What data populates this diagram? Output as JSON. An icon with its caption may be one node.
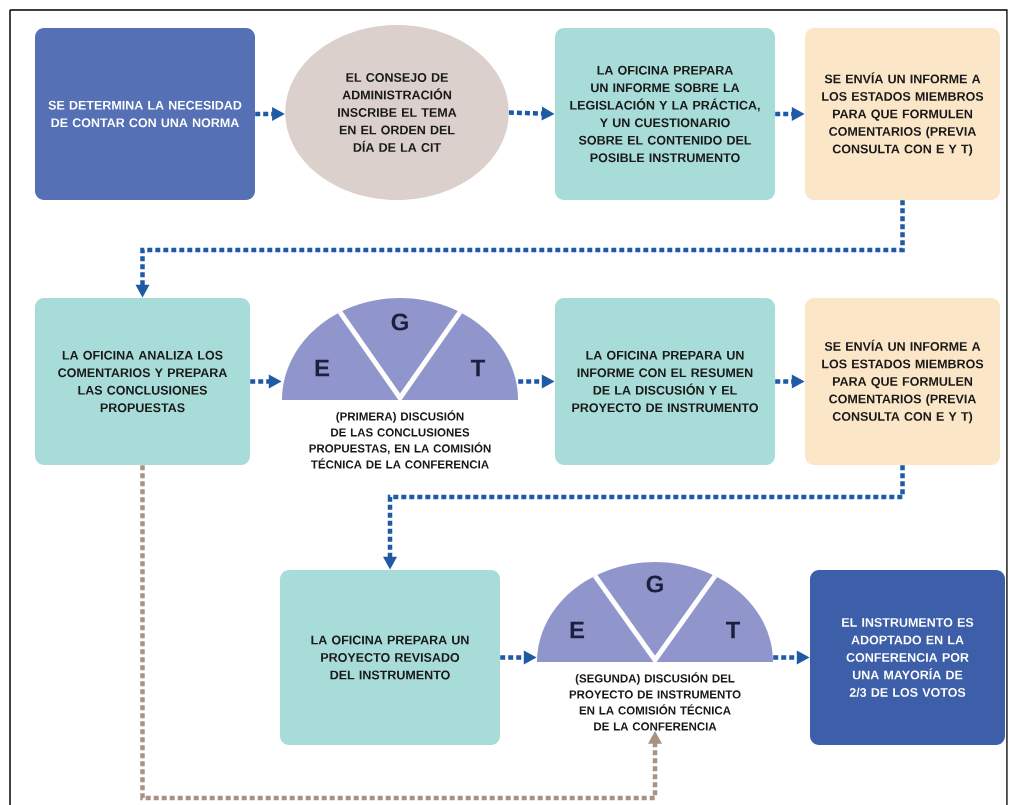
{
  "diagram": {
    "nodes": [
      {
        "text": [
          "SE DETERMINA LA NECESIDAD DE CONTAR CON UNA NORMA"
        ]
      },
      {
        "text": [
          "EL CONSEJO DE ADMINISTRACIÓN INSCRIBE EL TEMA EN EL ORDEN DEL DÍA DE LA CIT"
        ]
      },
      {
        "text": [
          "LA OFICINA PREPARA UN INFORME SOBRE LA LEGISLACIÓN Y LA PRÁCTICA, Y UN CUESTIONARIO SOBRE EL CONTENIDO DEL POSIBLE INSTRUMENTO"
        ]
      },
      {
        "text": [
          "SE ENVÍA UN INFORME A LOS ESTADOS MIEMBROS PARA QUE FORMULEN COMENTARIOS (PREVIA CONSULTA CON E Y T)"
        ]
      },
      {
        "text": [
          "LA OFICINA ANALIZA LOS COMENTARIOS Y PREPARA LAS CONCLUSIONES PROPUESTAS"
        ]
      },
      {
        "text": [
          "E",
          "G",
          "T"
        ],
        "beside": [
          "(PRIMERA) DISCUSIÓN DE LAS CONCLUSIONES PROPUESTAS, EN LA COMISIÓN TÉCNICA DE LA CONFERENCIA"
        ]
      },
      {
        "text": [
          "LA OFICINA PREPARA UN INFORME CON EL RESUMEN DE LA DISCUSIÓN Y EL PROYECTO DE INSTRUMENTO"
        ]
      },
      {
        "text": [
          "SE ENVÍA UN INFORME A LOS ESTADOS MIEMBROS PARA QUE FORMULEN COMENTARIOS (PREVIA CONSULTA CON E Y T)"
        ]
      },
      {
        "text": [
          "LA OFICINA PREPARA UN PROYECTO REVISADO DEL INSTRUMENTO"
        ]
      },
      {
        "text": [
          "E",
          "G",
          "T"
        ],
        "beside": [
          "(SEGUNDA) DISCUSIÓN DEL PROYECTO DE INSTRUMENTO EN LA COMISIÓN TÉCNICA DE LA CONFERENCIA"
        ]
      },
      {
        "text": [
          "EL INSTRUMENTO ES ADOPTADO EN LA CONFERENCIA POR UNA MAYORÍA DE 2/3 DE LOS VOTOS"
        ]
      }
    ],
    "edges": [
      {
        "from": 0,
        "to": 1,
        "arrow": "to"
      },
      {
        "from": 1,
        "to": 2,
        "arrow": "to"
      },
      {
        "from": 2,
        "to": 3,
        "arrow": "to"
      },
      {
        "from": 3,
        "to": 4,
        "arrow": "to"
      },
      {
        "from": 4,
        "to": 5,
        "arrow": "to"
      },
      {
        "from": 5,
        "to": 6,
        "arrow": "to"
      },
      {
        "from": 6,
        "to": 7,
        "arrow": "to"
      },
      {
        "from": 7,
        "to": 8,
        "arrow": "to"
      },
      {
        "from": 8,
        "to": 9,
        "arrow": "to"
      },
      {
        "from": 9,
        "to": 10,
        "arrow": "to"
      },
      {
        "from": 4,
        "to": 9,
        "arrow": "to",
        "color": "#a89284"
      }
    ]
  }
}
